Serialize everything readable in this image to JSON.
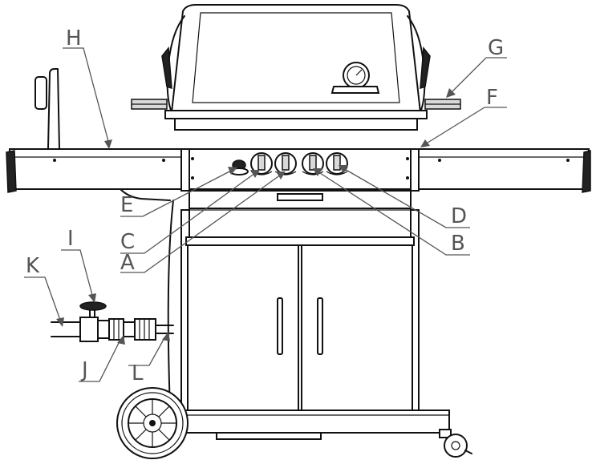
{
  "callouts": {
    "A": "A",
    "B": "B",
    "C": "C",
    "D": "D",
    "E": "E",
    "F": "F",
    "G": "G",
    "H": "H",
    "I": "I",
    "J": "J",
    "K": "K",
    "L": "L"
  },
  "colors": {
    "line": "#111111",
    "leader": "#555555",
    "label": "#555555",
    "background": "#ffffff"
  }
}
